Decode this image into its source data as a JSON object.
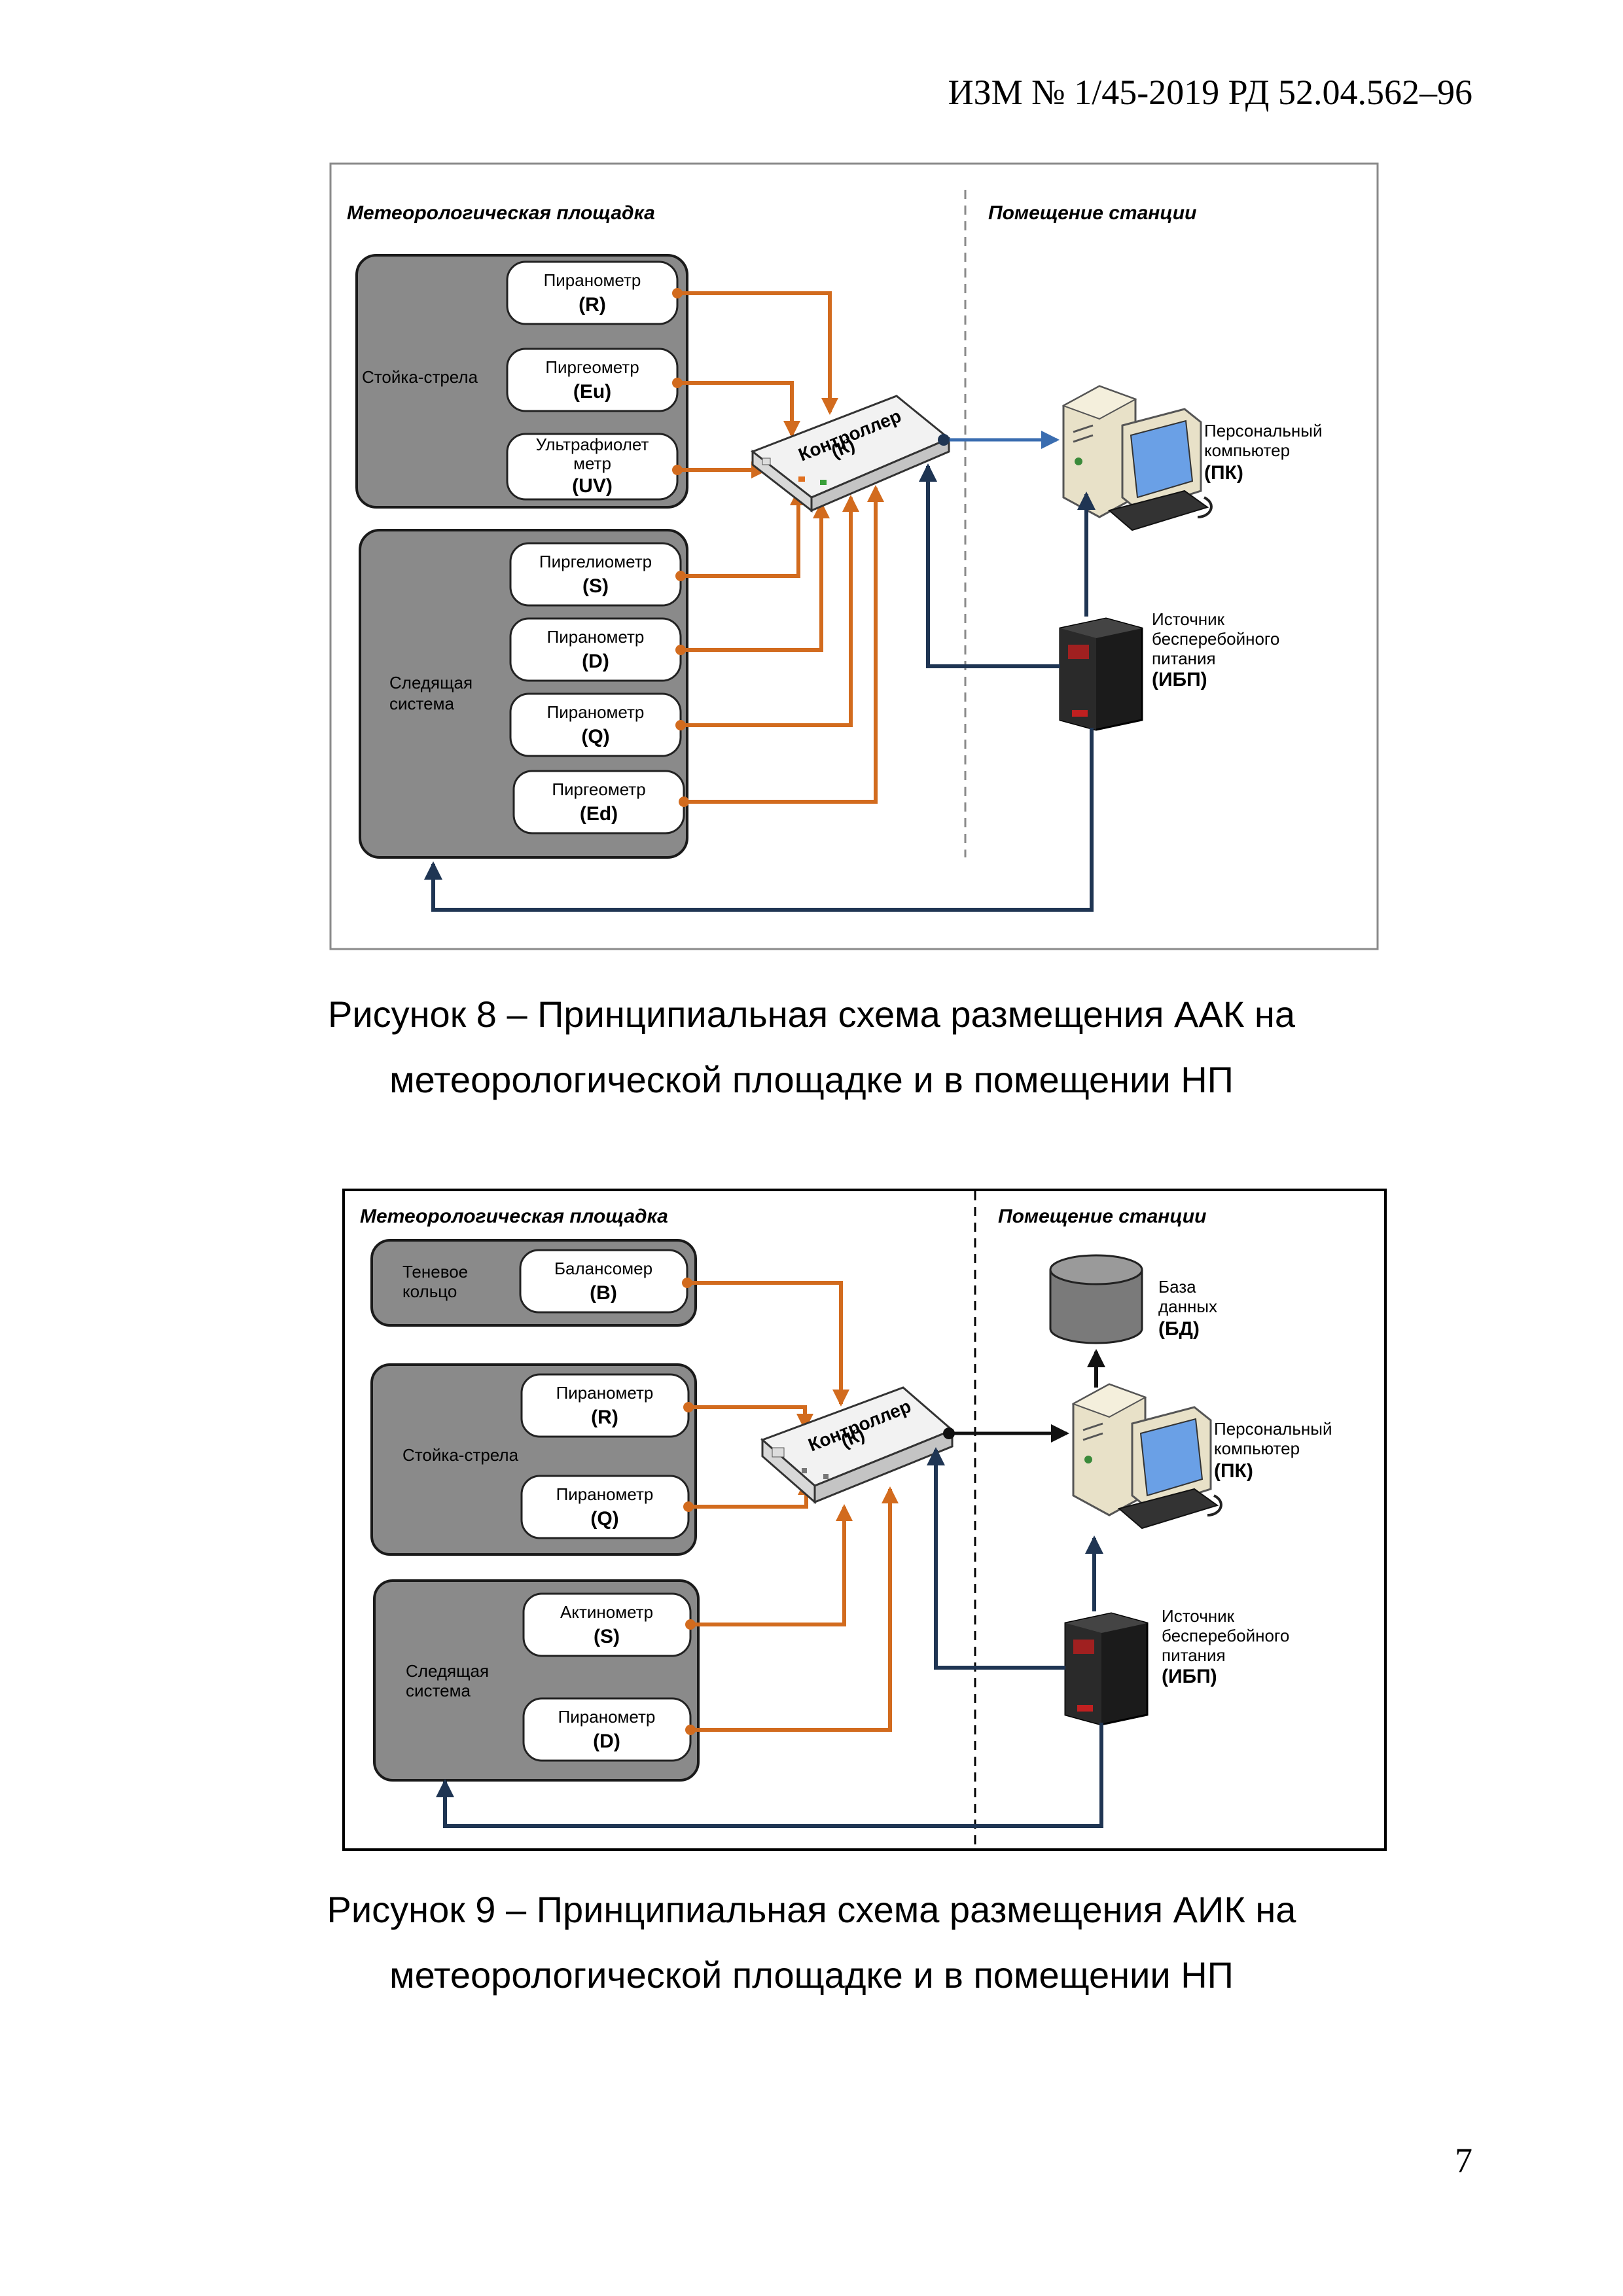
{
  "header": "ИЗМ № 1/45-2019 РД 52.04.562–96",
  "page_number": "7",
  "figure8": {
    "zone_left": "Метеорологическая площадка",
    "zone_right": "Помещение станции",
    "group1": "Стойка-стрела",
    "group2_line1": "Следящая",
    "group2_line2": "система",
    "sensors": [
      {
        "name": "Пиранометр",
        "code": "(R)"
      },
      {
        "name": "Пиргеометр",
        "code": "(Eu)"
      },
      {
        "name_line1": "Ультрафиолет",
        "name_line2": "метр",
        "code": "(UV)"
      },
      {
        "name": "Пиргелиометр",
        "code": "(S)"
      },
      {
        "name": "Пиранометр",
        "code": "(D)"
      },
      {
        "name": "Пиранометр",
        "code": "(Q)"
      },
      {
        "name": "Пиргеометр",
        "code": "(Ed)"
      }
    ],
    "controller_name": "Контроллер",
    "controller_code": "(К)",
    "pc_line1": "Персональный",
    "pc_line2": "компьютер",
    "pc_code": "(ПК)",
    "ups_line1": "Источник",
    "ups_line2": "бесперебойного",
    "ups_line3": "питания",
    "ups_code": "(ИБП)",
    "caption_line1": "Рисунок 8 – Принципиальная схема размещения ААК на",
    "caption_line2": "метеорологической площадке и в помещении НП"
  },
  "figure9": {
    "zone_left": "Метеорологическая площадка",
    "zone_right": "Помещение станции",
    "group1_line1": "Теневое",
    "group1_line2": "кольцо",
    "group2": "Стойка-стрела",
    "group3_line1": "Следящая",
    "group3_line2": "система",
    "sensors": [
      {
        "name": "Балансомер",
        "code": "(B)"
      },
      {
        "name": "Пиранометр",
        "code": "(R)"
      },
      {
        "name": "Пиранометр",
        "code": "(Q)"
      },
      {
        "name": "Актинометр",
        "code": "(S)"
      },
      {
        "name": "Пиранометр",
        "code": "(D)"
      }
    ],
    "controller_name": "Контроллер",
    "controller_code": "(К)",
    "db_line1": "База",
    "db_line2": "данных",
    "db_code": "(БД)",
    "pc_line1": "Персональный",
    "pc_line2": "компьютер",
    "pc_code": "(ПК)",
    "ups_line1": "Источник",
    "ups_line2": "бесперебойного",
    "ups_line3": "питания",
    "ups_code": "(ИБП)",
    "caption_line1": "Рисунок 9 – Принципиальная схема размещения АИК на",
    "caption_line2": "метеорологической площадке и в помещении НП"
  },
  "colors": {
    "signal_line": "#d26b1e",
    "power_line": "#1f3553",
    "data_line": "#3a6db0",
    "group_fill": "#8a8a8a"
  }
}
